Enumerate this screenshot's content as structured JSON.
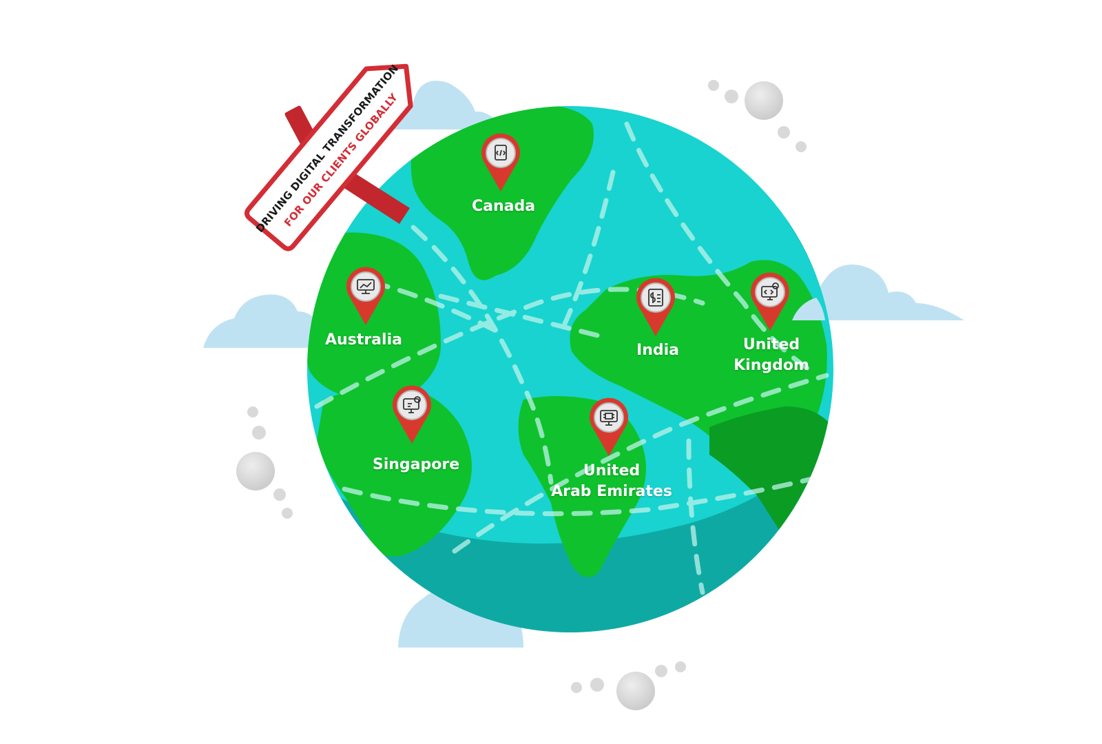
{
  "sign": {
    "line1": "DRIVING DIGITAL TRANSFORMATION",
    "line2": "FOR OUR CLIENTS GLOBALLY"
  },
  "locations": [
    {
      "id": "canada",
      "label_line1": "Canada",
      "label_line2": "",
      "icon": "code-document-icon"
    },
    {
      "id": "australia",
      "label_line1": "Australia",
      "label_line2": "",
      "icon": "seo-analytics-icon"
    },
    {
      "id": "india",
      "label_line1": "India",
      "label_line2": "",
      "icon": "billing-invoice-icon"
    },
    {
      "id": "united-kingdom",
      "label_line1": "United",
      "label_line2": "Kingdom",
      "icon": "code-monitor-gear-icon"
    },
    {
      "id": "singapore",
      "label_line1": "Singapore",
      "label_line2": "",
      "icon": "monitor-settings-icon"
    },
    {
      "id": "united-arab-emirates",
      "label_line1": "United",
      "label_line2": "Arab Emirates",
      "icon": "chip-monitor-icon"
    }
  ],
  "colors": {
    "ocean": "#18d3cf",
    "ocean_shade": "#0fa9a3",
    "land": "#0fc12c",
    "land_shade": "#0a9c23",
    "pin": "#d73a2d",
    "sign_border": "#d32d35",
    "sign_text_1": "#1a1a1a",
    "sign_text_2": "#d32d35",
    "cloud": "#bfe2f3",
    "bubble": "#d9d9d9"
  }
}
